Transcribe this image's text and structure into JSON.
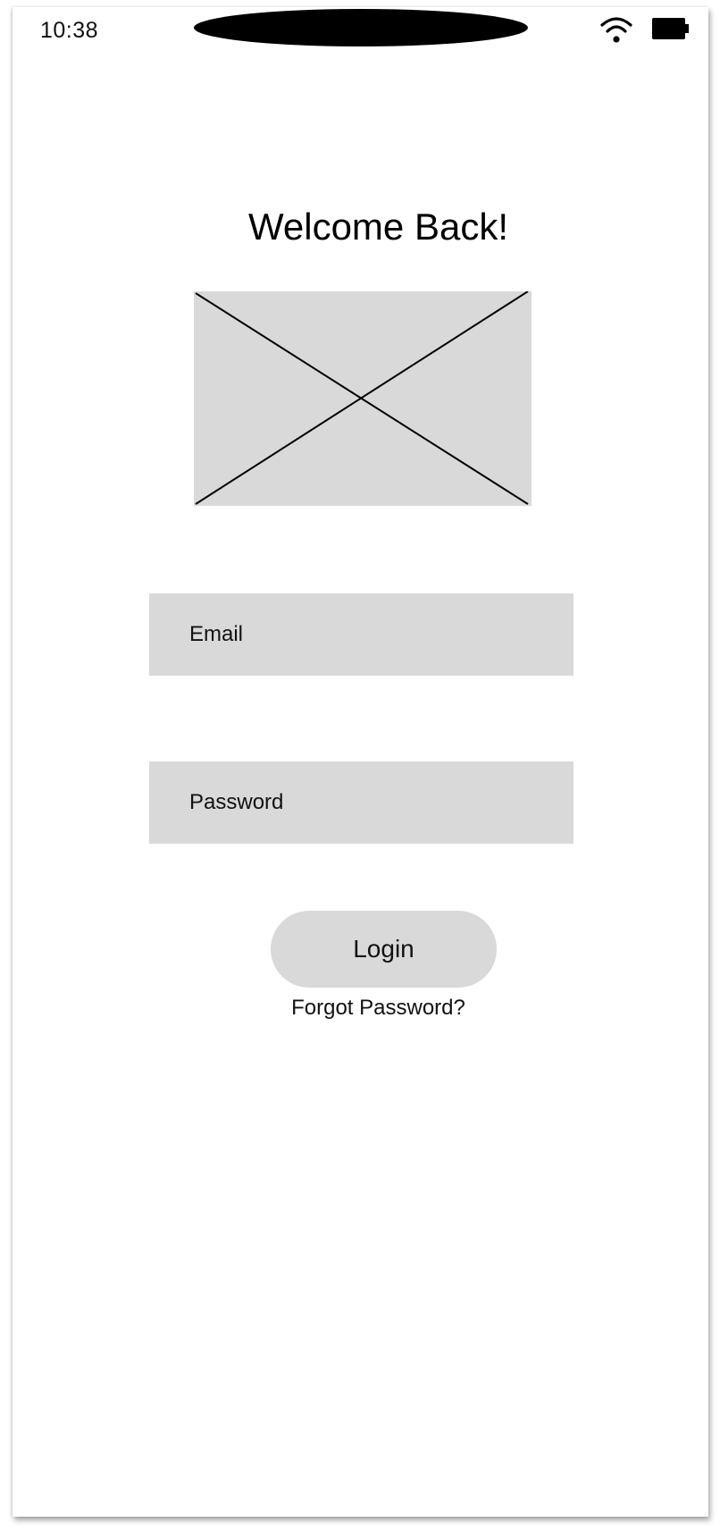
{
  "status_bar": {
    "time": "10:38",
    "wifi_icon": "wifi-icon",
    "battery_icon": "battery-icon"
  },
  "screen": {
    "title": "Welcome Back!",
    "image_icon": "image-placeholder-icon",
    "email_placeholder": "Email",
    "password_placeholder": "Password",
    "login_label": "Login",
    "forgot_label": "Forgot Password?"
  },
  "colors": {
    "field_background": "#d9d9d9",
    "button_background": "#d9d9d9",
    "notch": "#000000"
  }
}
